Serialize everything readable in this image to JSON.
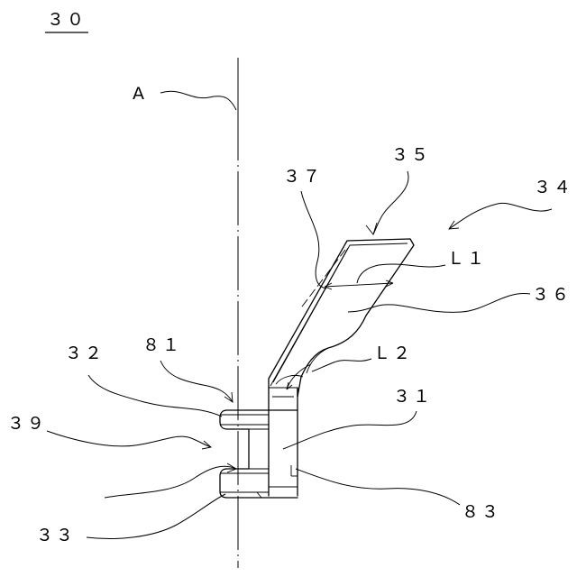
{
  "figure": {
    "number": "３０",
    "axis_label": "A",
    "labels": {
      "l35": "３５",
      "l34": "３４",
      "l37": "３７",
      "lL1": "Ｌ１",
      "l36": "３６",
      "l81": "８１",
      "l32": "３２",
      "lL2": "Ｌ２",
      "l31": "３１",
      "l39": "３９",
      "l83": "８３",
      "l33": "３３"
    }
  }
}
